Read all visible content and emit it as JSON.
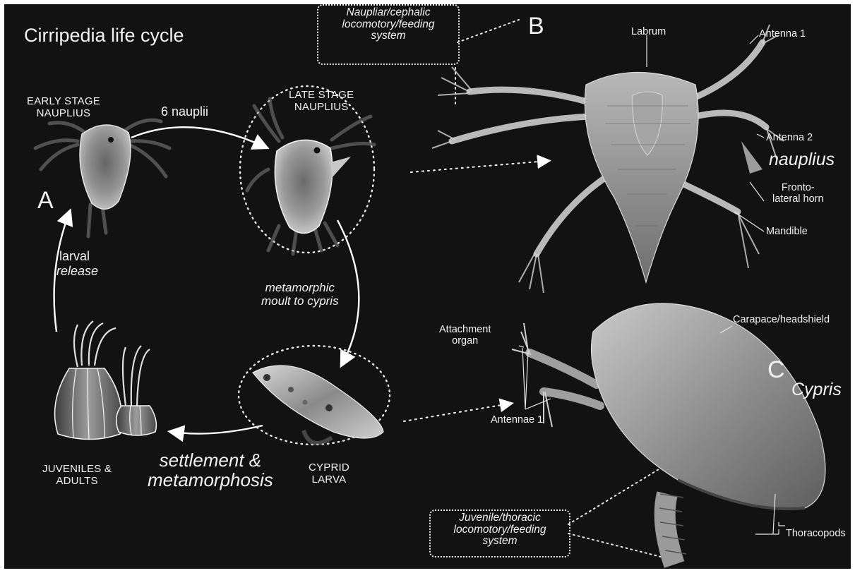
{
  "title": "Cirripedia life cycle",
  "panel_letters": {
    "a": "A",
    "b": "B",
    "c": "C"
  },
  "stages": {
    "early_nauplius": [
      "EARLY STAGE",
      "NAUPLIUS"
    ],
    "late_nauplius": [
      "LATE STAGE",
      "NAUPLIUS"
    ],
    "cyprid": [
      "CYPRID",
      "LARVA"
    ],
    "juveniles": [
      "JUVENILES &",
      "ADULTS"
    ]
  },
  "transitions": {
    "nauplii": "6 nauplii",
    "metamorphic": [
      "metamorphic",
      "moult to cypris"
    ],
    "settlement": [
      "settlement &",
      "metamorphosis"
    ],
    "larval": "larval",
    "release": "release"
  },
  "boxes": {
    "naupliar": [
      "Naupliar/cephalic",
      "locomotory/feeding",
      "system"
    ],
    "juvenile": [
      "Juvenile/thoracic",
      "locomotory/feeding",
      "system"
    ]
  },
  "nauplius_labels": {
    "labrum": "Labrum",
    "antenna1": "Antenna 1",
    "antenna2": "Antenna 2",
    "name": "nauplius",
    "frontolateral": [
      "Fronto-",
      "lateral horn"
    ],
    "mandible": "Mandible"
  },
  "cypris_labels": {
    "attachment": [
      "Attachment",
      "organ"
    ],
    "carapace": "Carapace/headshield",
    "name": "Cypris",
    "antennae1": "Antennae 1",
    "thoracopods": "Thoracopods"
  },
  "colors": {
    "background": "#121212",
    "text": "#f2f2f2",
    "specimen": "#8f8f8f"
  }
}
